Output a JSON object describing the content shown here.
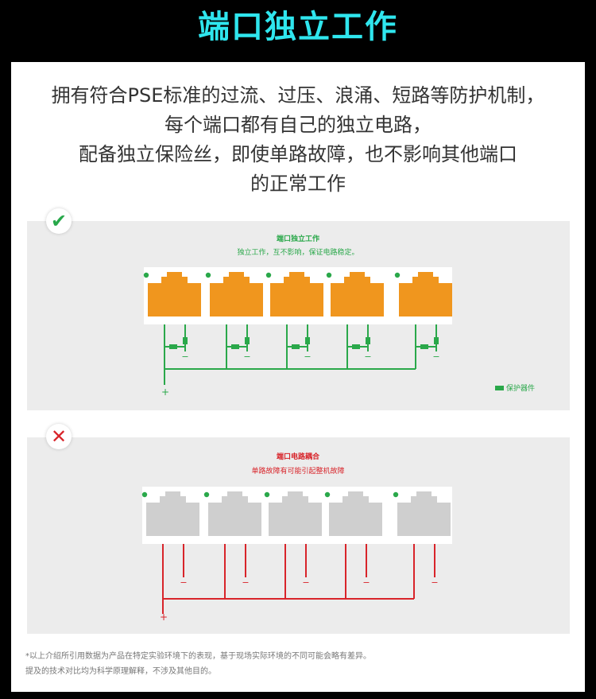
{
  "title": "端口独立工作",
  "description": [
    "拥有符合PSE标准的过流、过压、浪涌、短路等防护机制，",
    "每个端口都有自己的独立电路，",
    "配备独立保险丝，即使单路故障，也不影响其他端口",
    "的正常工作"
  ],
  "good_case": {
    "icon": "check-icon",
    "heading": "端口独立工作",
    "subheading": "独立工作，互不影响，保证电路稳定。",
    "plus_label": "+",
    "minus_label": "−",
    "legend_label": "保护器件",
    "port_color": "#f0961e",
    "wire_color": "#2aa84a"
  },
  "bad_case": {
    "icon": "cross-icon",
    "heading": "端口电路耦合",
    "subheading": "单路故障有可能引起整机故障",
    "plus_label": "+",
    "minus_label": "−",
    "port_color": "#cfcfcf",
    "wire_color": "#d8242a"
  },
  "footnote": [
    "*以上介绍所引用数据为产品在特定实验环境下的表现，基于现场实际环境的不同可能会略有差异。",
    "提及的技术对比均为科学原理解释，不涉及其他目的。"
  ]
}
